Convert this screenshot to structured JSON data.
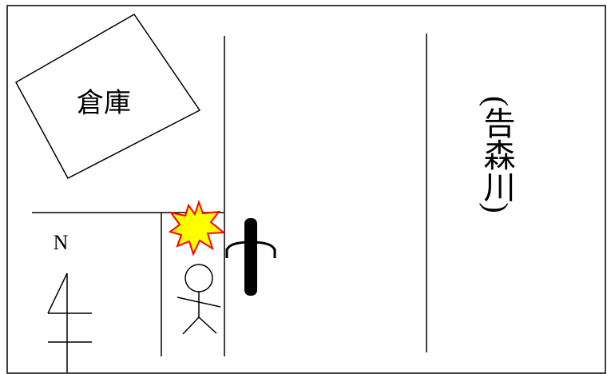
{
  "diagram": {
    "warehouse_label": "倉庫",
    "north_label": "N",
    "river_label": "(告森川)",
    "collision_icon": "explosion-burst-icon",
    "pedestrian_icon": "stick-figure-person-icon",
    "bicycle_icon": "bicycle-topview-icon",
    "colors": {
      "line": "#000000",
      "burst_fill": "#ffff00",
      "burst_stroke": "#ff0000",
      "background": "#ffffff"
    }
  }
}
